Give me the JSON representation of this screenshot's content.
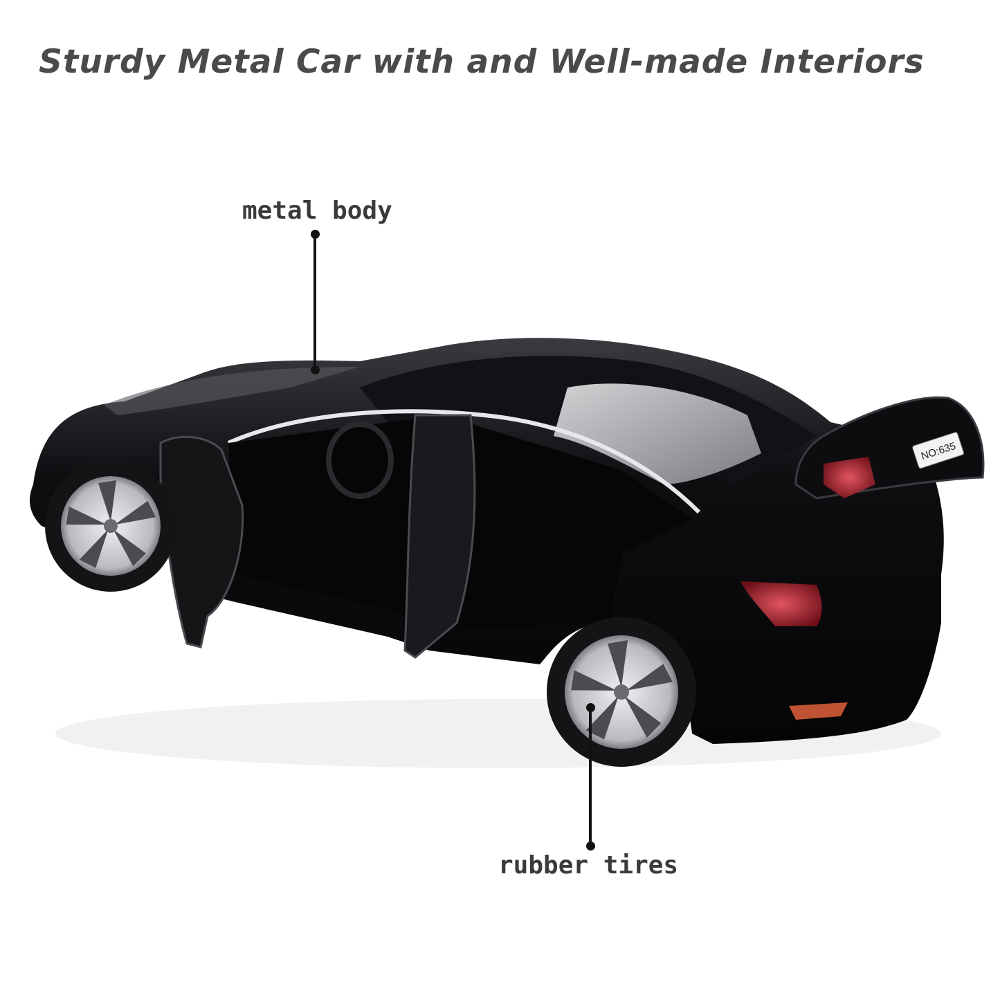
{
  "headline": "Sturdy Metal Car with and Well-made Interiors",
  "callouts": {
    "metal_body": "metal body",
    "rubber_tires": "rubber tires"
  },
  "plate_text": "NO:635",
  "colors": {
    "headline": "#4a4a4a",
    "label": "#3a3a3a",
    "car_body": "#0b0b0d",
    "taillight": "#9b1a24",
    "wheel_rim": "#c8c8cc",
    "spoke": "#4b4b50"
  },
  "image": {
    "subject": "black die-cast sedan with opened doors and trunk",
    "icons": [
      "leader-line",
      "leader-dot"
    ]
  }
}
